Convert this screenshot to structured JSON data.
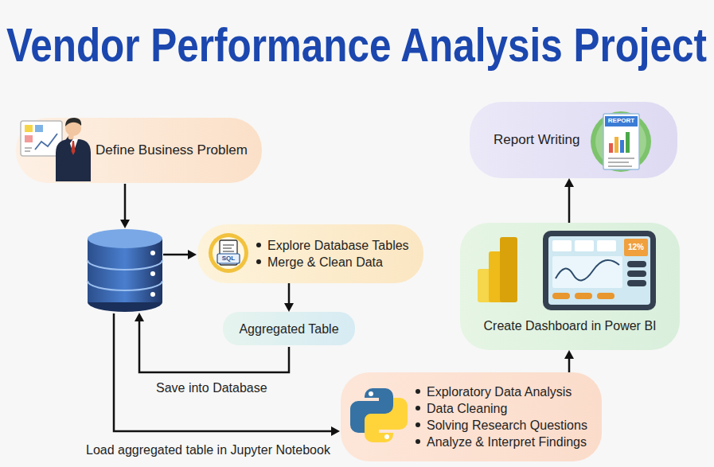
{
  "diagram": {
    "title": "Vendor Performance Analysis Project",
    "nodes": [
      {
        "text": [
          "Define Business Problem"
        ]
      },
      {
        "text": [
          "Explore Database Tables",
          "Merge & Clean Data"
        ]
      },
      {
        "text": [
          "Aggregated Table"
        ]
      },
      {
        "text": [
          "Exploratory Data Analysis",
          "Data Cleaning",
          "Solving Research Questions",
          "Analyze & Interpret Findings"
        ]
      },
      {
        "text": [
          "Create Dashboard in Power BI"
        ]
      },
      {
        "text": [
          "Report Writing"
        ]
      }
    ],
    "edges": [
      {
        "from": 1,
        "to": 2,
        "arrow": "to"
      },
      {
        "from": 3,
        "to": 4,
        "arrow": "to"
      },
      {
        "from": 4,
        "to": 5,
        "arrow": "to"
      }
    ],
    "labels": [
      "REPORT",
      "SQL",
      "12%",
      "Save into Database",
      "Load aggregated table in Jupyter Notebook"
    ]
  }
}
